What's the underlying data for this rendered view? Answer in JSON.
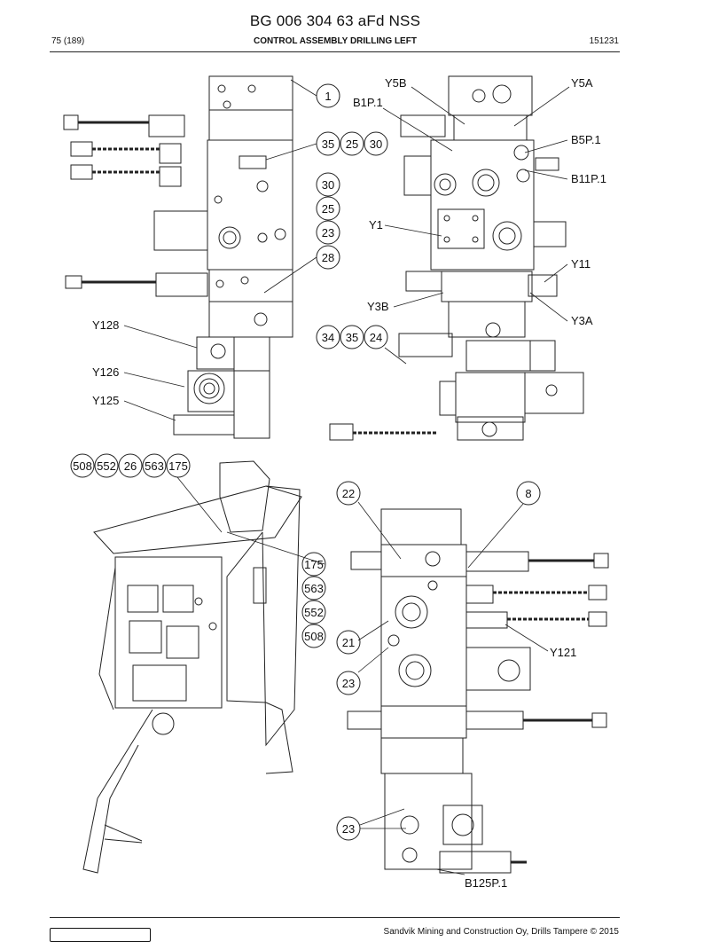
{
  "header": {
    "doc_title": "BG 006 304 63 aFd NSS",
    "page_number": "75 (189)",
    "section_title": "CONTROL ASSEMBLY DRILLING LEFT",
    "doc_code": "151231"
  },
  "callouts": {
    "tl_1": "1",
    "tl_35": "35",
    "tl_25": "25",
    "tl_30": "30",
    "tl_30b": "30",
    "tl_25b": "25",
    "tl_23": "23",
    "tl_28": "28",
    "tr_34": "34",
    "tr_35": "35",
    "tr_24": "24",
    "bl_508": "508",
    "bl_552": "552",
    "bl_26": "26",
    "bl_563": "563",
    "bl_175": "175",
    "bl_175b": "175",
    "bl_563b": "563",
    "bl_552b": "552",
    "bl_508b": "508",
    "br_22": "22",
    "br_8": "8",
    "br_21": "21",
    "br_23a": "23",
    "br_23b": "23"
  },
  "labels": {
    "y5b": "Y5B",
    "y5a": "Y5A",
    "b1p1": "B1P.1",
    "b5p1": "B5P.1",
    "b11p1": "B11P.1",
    "y1": "Y1",
    "y11": "Y11",
    "y3b": "Y3B",
    "y3a": "Y3A",
    "y128": "Y128",
    "y126": "Y126",
    "y125": "Y125",
    "y121": "Y121",
    "b125p1": "B125P.1"
  },
  "footer": {
    "copyright": "Sandvik Mining and Construction Oy, Drills Tampere © 2015"
  }
}
